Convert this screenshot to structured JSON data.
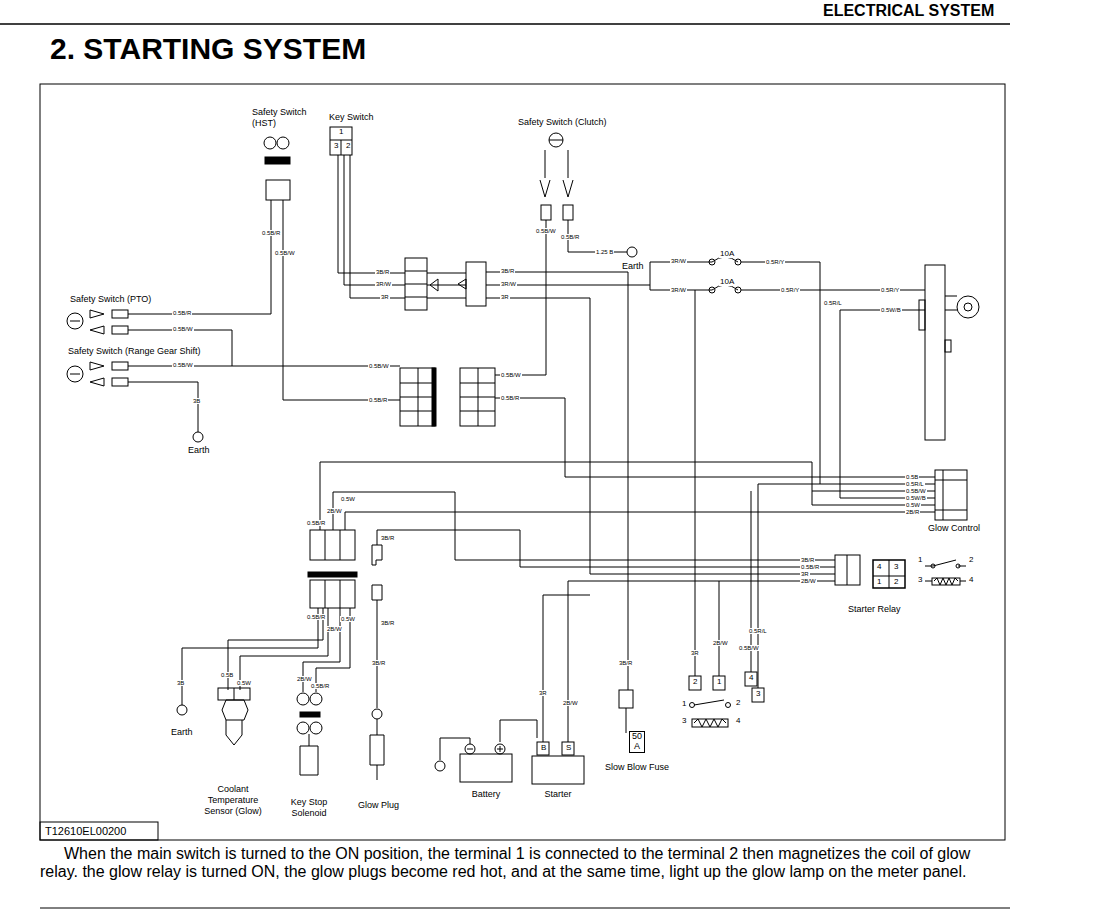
{
  "diagram": {
    "title": "2. STARTING SYSTEM",
    "caption": "When the main switch is turned to the ON position, the terminal 1 is connected to the terminal 2 then magnetizes the coil of glow relay. the glow relay is turned ON, the glow plugs become red hot, and at the same time, light up the glow lamp on the meter panel.",
    "nodes": [
      {
        "text": [
          "Safety Switch (HST)"
        ]
      },
      {
        "text": [
          "Key Switch"
        ]
      },
      {
        "text": [
          "Safety Switch (Clutch)"
        ]
      },
      {
        "text": [
          "Safety Switch (PTO)"
        ]
      },
      {
        "text": [
          "Safety Switch (Range Gear Shift)"
        ]
      },
      {
        "text": [
          "Glow Control"
        ]
      },
      {
        "text": [
          "Starter Relay"
        ]
      },
      {
        "text": [
          "Coolant Temperature Sensor (Glow)"
        ]
      },
      {
        "text": [
          "Key Stop Solenoid"
        ]
      },
      {
        "text": [
          "Glow Plug"
        ]
      },
      {
        "text": [
          "Battery"
        ]
      },
      {
        "text": [
          "Starter"
        ]
      },
      {
        "text": [
          "50 A",
          "Slow Blow Fuse"
        ]
      }
    ],
    "edges": [
      {
        "from": 10,
        "to": 11,
        "arrow": "none"
      }
    ],
    "labels": [
      "ELECTRICAL SYSTEM",
      "1",
      "3",
      "2",
      "0.5B/R",
      "0.5B/W",
      "0.5B/W",
      "3B",
      "Earth",
      "0.5B/R",
      "0.5B/W",
      "3B/R",
      "3R/W",
      "3R",
      "3B/R",
      "3R/W",
      "3R",
      "0.5B/W",
      "0.5B/R",
      "1.25 B",
      "Earth",
      "3R/W",
      "10A",
      "0.5R/Y",
      "3R/W",
      "10A",
      "0.5R/L",
      "0.5R/Y",
      "0.5R/Y",
      "0.5W/B",
      "0.5B/W",
      "0.5B/R",
      "0.5B/W",
      "0.5B/R",
      "0.5B",
      "0.5R/L",
      "0.5B/W",
      "0.5W/B",
      "0.5W",
      "2B/R",
      "3B/R",
      "0.5B/R",
      "3R",
      "2B/W",
      "4",
      "3",
      "1",
      "2",
      "1",
      "2",
      "3",
      "4",
      "0.5B/R",
      "2B/W",
      "0.5W",
      "3B/R",
      "0.5B/R",
      "2B/W",
      "0.5W",
      "3B/R",
      "3B",
      "Earth",
      "0.5B",
      "0.5W",
      "2B/W",
      "0.5B/R",
      "3B/R",
      "3R",
      "2B/W",
      "3B/R",
      "2",
      "1",
      "4",
      "3",
      "3R",
      "2B/W",
      "0.5B/W",
      "0.5R/L",
      "1",
      "2",
      "3",
      "4",
      "B",
      "S",
      "T12610EL00200"
    ]
  }
}
